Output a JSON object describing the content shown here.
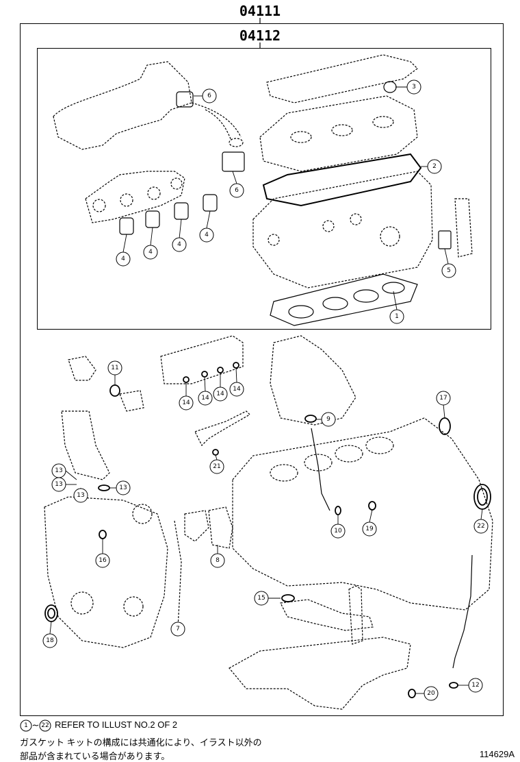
{
  "header": {
    "kit_code": "04111",
    "subkit_code": "04112"
  },
  "callouts": [
    "1",
    "2",
    "3",
    "4",
    "5",
    "6",
    "7",
    "8",
    "9",
    "10",
    "11",
    "12",
    "13",
    "14",
    "15",
    "16",
    "17",
    "18",
    "19",
    "20",
    "21",
    "22"
  ],
  "notes": {
    "range_start": "1",
    "range_sep": "~",
    "range_end": "22",
    "refer": "REFER TO ILLUST NO.2 OF 2",
    "japanese_line1": "ガスケット キットの構成には共通化により、イラスト以外の",
    "japanese_line2": "部品が含まれている場合があります。"
  },
  "figure_id": "114629A"
}
